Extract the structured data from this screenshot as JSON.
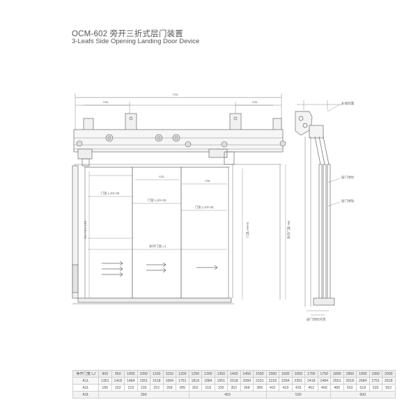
{
  "header": {
    "title": "OCM-602 旁开三折式层门装置",
    "subtitle": "3-Leafs Side Opening Landing Door Device"
  },
  "drawing": {
    "dim_top": "A1L",
    "dim_a2l": "A2L",
    "dim_a3l": "A3L",
    "dim_open_width_1": "门宽 LJ/3+25",
    "dim_open_width_2": "门宽 LJ/3+25",
    "dim_open_width_3": "门宽 LJ/3+25",
    "dim_clear_width": "净开门宽 LJ",
    "dim_door_height": "门高 HH+5",
    "dim_left_vertical": "SH+HH+100",
    "dim_side_height": "净开门高 HH",
    "note_1": "补偿装置",
    "note_2": "层门地坎",
    "note_3": "层门导轨",
    "note_4": "层门地坎托架"
  },
  "table": {
    "rows": [
      {
        "label": "净开门宽 LJ",
        "cells": [
          "900",
          "950",
          "1000",
          "1050",
          "1100",
          "1150",
          "1200",
          "1250",
          "1300",
          "1350",
          "1400",
          "1450",
          "1500",
          "1550",
          "1600",
          "1650",
          "1700",
          "1750",
          "1800",
          "1850",
          "1900",
          "1950",
          "2000"
        ]
      },
      {
        "label": "A1L",
        "cells": [
          "1351",
          "1418",
          "1484",
          "1551",
          "1618",
          "1684",
          "1751",
          "1818",
          "1884",
          "1951",
          "2018",
          "2084",
          "2151",
          "2218",
          "2284",
          "2351",
          "2418",
          "2484",
          "2551",
          "2618",
          "2684",
          "2751",
          "2818"
        ]
      },
      {
        "label": "A2L",
        "cells": [
          "185",
          "202",
          "218",
          "235",
          "252",
          "268",
          "285",
          "302",
          "318",
          "335",
          "352",
          "368",
          "385",
          "402",
          "418",
          "435",
          "452",
          "468",
          "485",
          "502",
          "518",
          "535",
          "552"
        ]
      },
      {
        "label": "A3L",
        "groups": [
          {
            "span": 7,
            "value": "390"
          },
          {
            "span": 6,
            "value": "450"
          },
          {
            "span": 5,
            "value": "530"
          },
          {
            "span": 5,
            "value": "600"
          }
        ]
      }
    ]
  }
}
